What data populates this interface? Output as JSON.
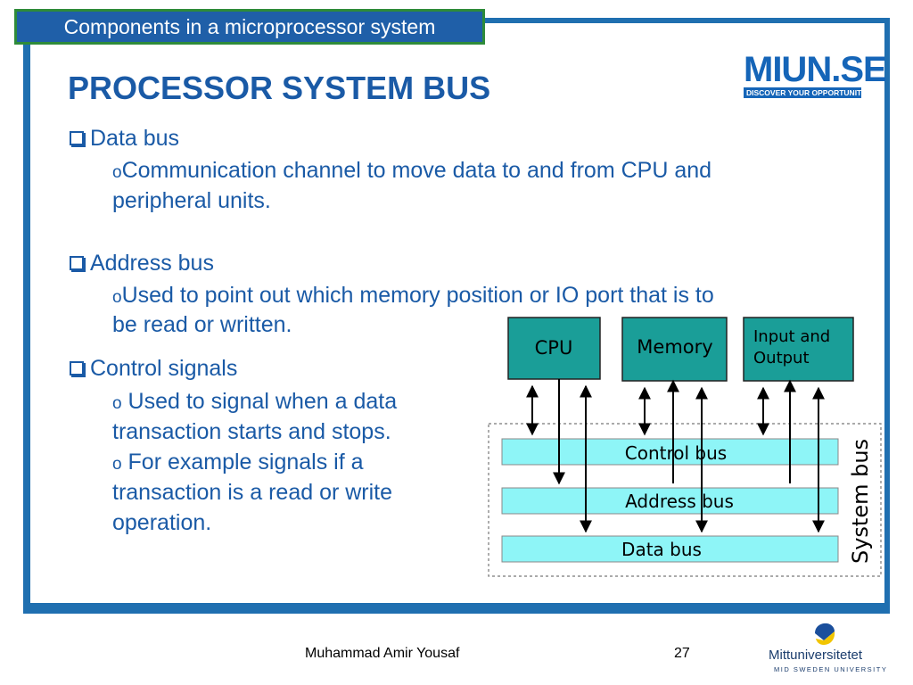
{
  "header": {
    "section_label": "Components in a microprocessor system"
  },
  "logo": {
    "brand": "MIUN.SE",
    "tagline": "DISCOVER YOUR OPPORTUNITIES"
  },
  "title": "PROCESSOR SYSTEM BUS",
  "bullets": {
    "data_bus": {
      "heading": "Data bus",
      "sub_marker": "o",
      "sub_line1": "Communication channel to move data to and from CPU and",
      "sub_line2": "peripheral units."
    },
    "address_bus": {
      "heading": "Address bus",
      "sub_marker": "o",
      "sub_line1": "Used to point out which memory position or IO port that is to",
      "sub_line2": "be read or written."
    },
    "control_signals": {
      "heading": "Control signals",
      "sub1_marker": "o",
      "sub1_line1": " Used to signal when a data",
      "sub1_line2": "transaction starts and stops.",
      "sub2_marker": "o",
      "sub2_line1": " For example signals if a",
      "sub2_line2": "transaction is a read or write",
      "sub2_line3": "operation."
    }
  },
  "diagram": {
    "boxes": {
      "cpu": "CPU",
      "memory": "Memory",
      "io_line1": "Input and",
      "io_line2": "Output"
    },
    "buses": {
      "control": "Control bus",
      "address": "Address bus",
      "data": "Data bus"
    },
    "group_label": "System bus",
    "colors": {
      "box_fill": "#1a9e98",
      "bus_fill": "#8ef5f7"
    }
  },
  "footer": {
    "author": "Muhammad Amir Yousaf",
    "page_number": "27",
    "university": "Mittuniversitetet",
    "university_sub": "MID SWEDEN UNIVERSITY"
  }
}
